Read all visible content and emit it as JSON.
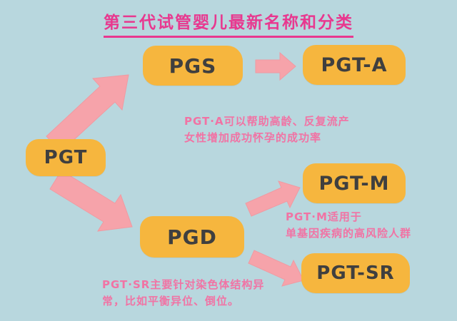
{
  "title": "第三代试管婴儿最新名称和分类",
  "nodes": {
    "pgt": "PGT",
    "pgs": "PGS",
    "pgt_a": "PGT-A",
    "pgt_m": "PGT-M",
    "pgd": "PGD",
    "pgt_sr": "PGT-SR"
  },
  "annotations": {
    "pgt_a_line1": "PGT·A可以帮助高龄、反复流产",
    "pgt_a_line2": "女性增加成功怀孕的成功率",
    "pgt_m_line1": "PGT·M适用于",
    "pgt_m_line2": "单基因疾病的高风险人群",
    "pgt_sr_line1": "PGT·SR主要针对染色体结构异",
    "pgt_sr_line2": "常，比如平衡异位、倒位。"
  },
  "colors": {
    "background": "#b8d7de",
    "node_fill": "#f6b63e",
    "node_text": "#3f3f3f",
    "title": "#e8388f",
    "annotation": "#f173a4",
    "arrow": "#f6a3aa",
    "arrow_edge": "#f09aa2"
  }
}
